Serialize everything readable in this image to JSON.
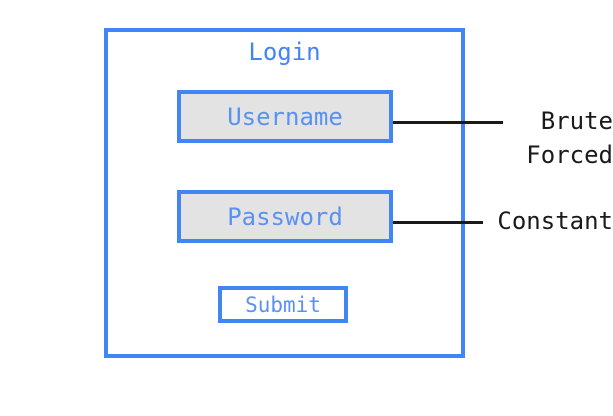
{
  "diagram": {
    "background_color": "#ffffff",
    "accent_color": "#4285f4",
    "field_fill_color": "#e3e3e3",
    "annotation_color": "#1a1a1a",
    "login_form": {
      "title": "Login",
      "fields": [
        {
          "label": "Username",
          "fill": "#e3e3e3"
        },
        {
          "label": "Password",
          "fill": "#e3e3e3"
        }
      ],
      "submit": {
        "label": "Submit"
      }
    },
    "annotations": [
      {
        "line1": "Brute",
        "line2": "Forced",
        "target": "Username"
      },
      {
        "line1": "Constant",
        "line2": "",
        "target": "Password"
      }
    ]
  }
}
